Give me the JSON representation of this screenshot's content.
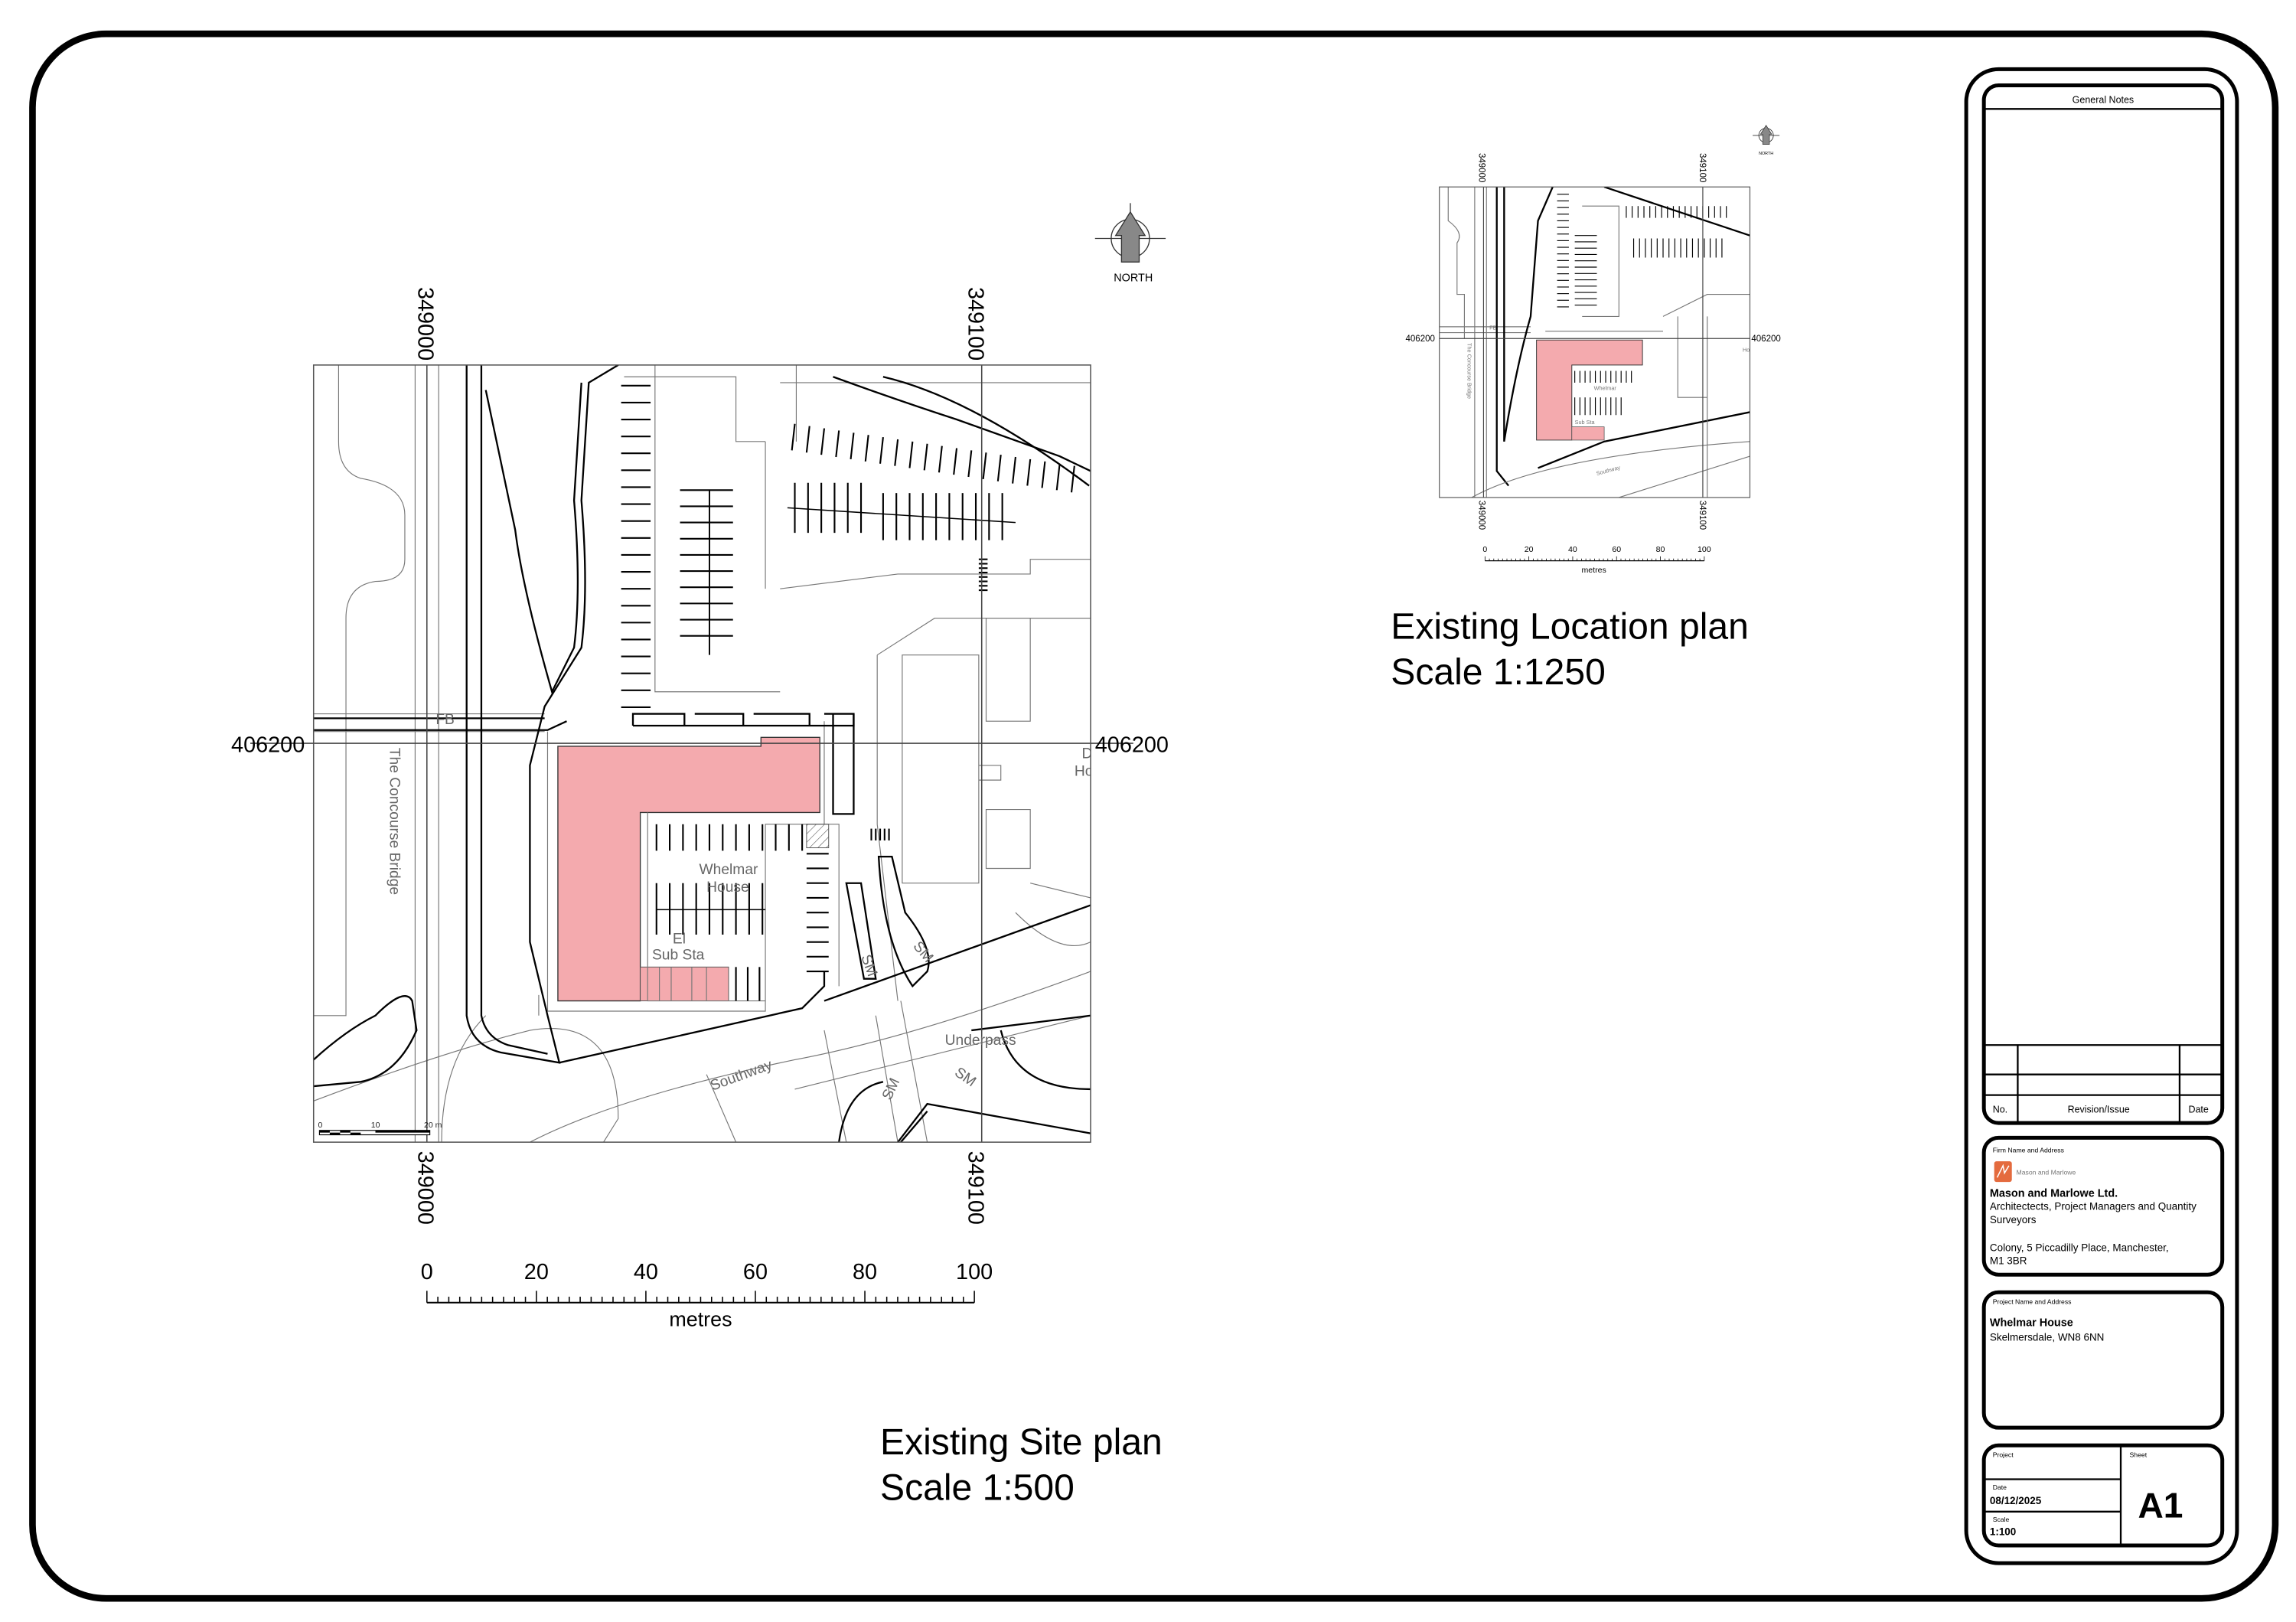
{
  "site_plan": {
    "title": "Existing Site plan",
    "scale": "Scale 1:500",
    "north_label": "NORTH",
    "easting_left": "349000",
    "easting_right": "349100",
    "northing": "406200",
    "labels": {
      "fb": "FB",
      "concourse": "The Concourse Bridge",
      "building_1": "Whelmar",
      "building_2": "House",
      "substation_1": "El",
      "substation_2": "Sub Sta",
      "dell_1": "Dell",
      "dell_2": "House",
      "southway": "Southway",
      "underpass": "Underpass",
      "sm": "SM"
    },
    "inner_scale": {
      "t0": "0",
      "t1": "10",
      "t2": "20 m"
    },
    "scalebar": {
      "ticks": [
        "0",
        "20",
        "40",
        "60",
        "80",
        "100"
      ],
      "unit": "metres"
    }
  },
  "location_plan": {
    "title": "Existing Location plan",
    "scale": "Scale 1:1250",
    "north_label": "NORTH",
    "easting_left": "349000",
    "easting_right": "349100",
    "northing": "406200",
    "labels": {
      "concourse": "The Concourse Bridge",
      "building": "Whelmar",
      "substation": "Sub Sta",
      "house": "House",
      "southway": "Southway",
      "fb": "FB"
    },
    "scalebar": {
      "ticks": [
        "0",
        "20",
        "40",
        "60",
        "80",
        "100"
      ],
      "unit": "metres"
    }
  },
  "title_block": {
    "general_notes": "General Notes",
    "rev_no": "No.",
    "rev_issue": "Revision/Issue",
    "rev_date": "Date",
    "firm_heading": "Firm Name and Address",
    "logo_text": "Mason and Marlowe",
    "firm_name": "Mason and Marlowe Ltd.",
    "firm_desc_1": "Architectects, Project Managers and Quantity",
    "firm_desc_2": "Surveyors",
    "firm_addr_1": "Colony, 5 Piccadilly Place, Manchester,",
    "firm_addr_2": "M1 3BR",
    "project_heading": "Project Name and Address",
    "project_name": "Whelmar House",
    "project_addr": "Skelmersdale, WN8 6NN",
    "project_label": "Project",
    "sheet_label": "Sheet",
    "sheet_value": "A1",
    "date_label": "Date",
    "date_value": "08/12/2025",
    "scale_label": "Scale",
    "scale_value": "1:100"
  },
  "colors": {
    "site_fill": "#f4aaae",
    "logo": "#e46b3e"
  }
}
